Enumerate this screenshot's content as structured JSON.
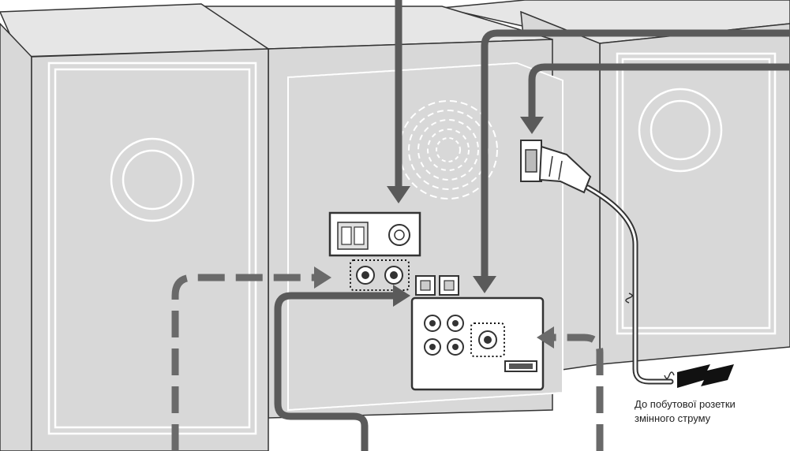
{
  "caption": {
    "line1": "До побутової розетки",
    "line2": "змінного струму"
  },
  "colors": {
    "cabinet": "#d8d8d8",
    "cable": "#5a5a5a",
    "dashed_cable": "#6a6a6a",
    "outline": "#333333"
  },
  "labeled_parts": {
    "left_speaker": "left-speaker",
    "main_unit": "main-unit",
    "right_speaker": "right-speaker",
    "antenna_terminal": "antenna-terminal-block",
    "aux_jacks": "aux-input-jacks",
    "optical_terminals": "optical-digital-terminals",
    "video_jack_panel": "av-output-panel",
    "ac_inlet": "ac-inlet",
    "power_plug": "power-plug"
  }
}
